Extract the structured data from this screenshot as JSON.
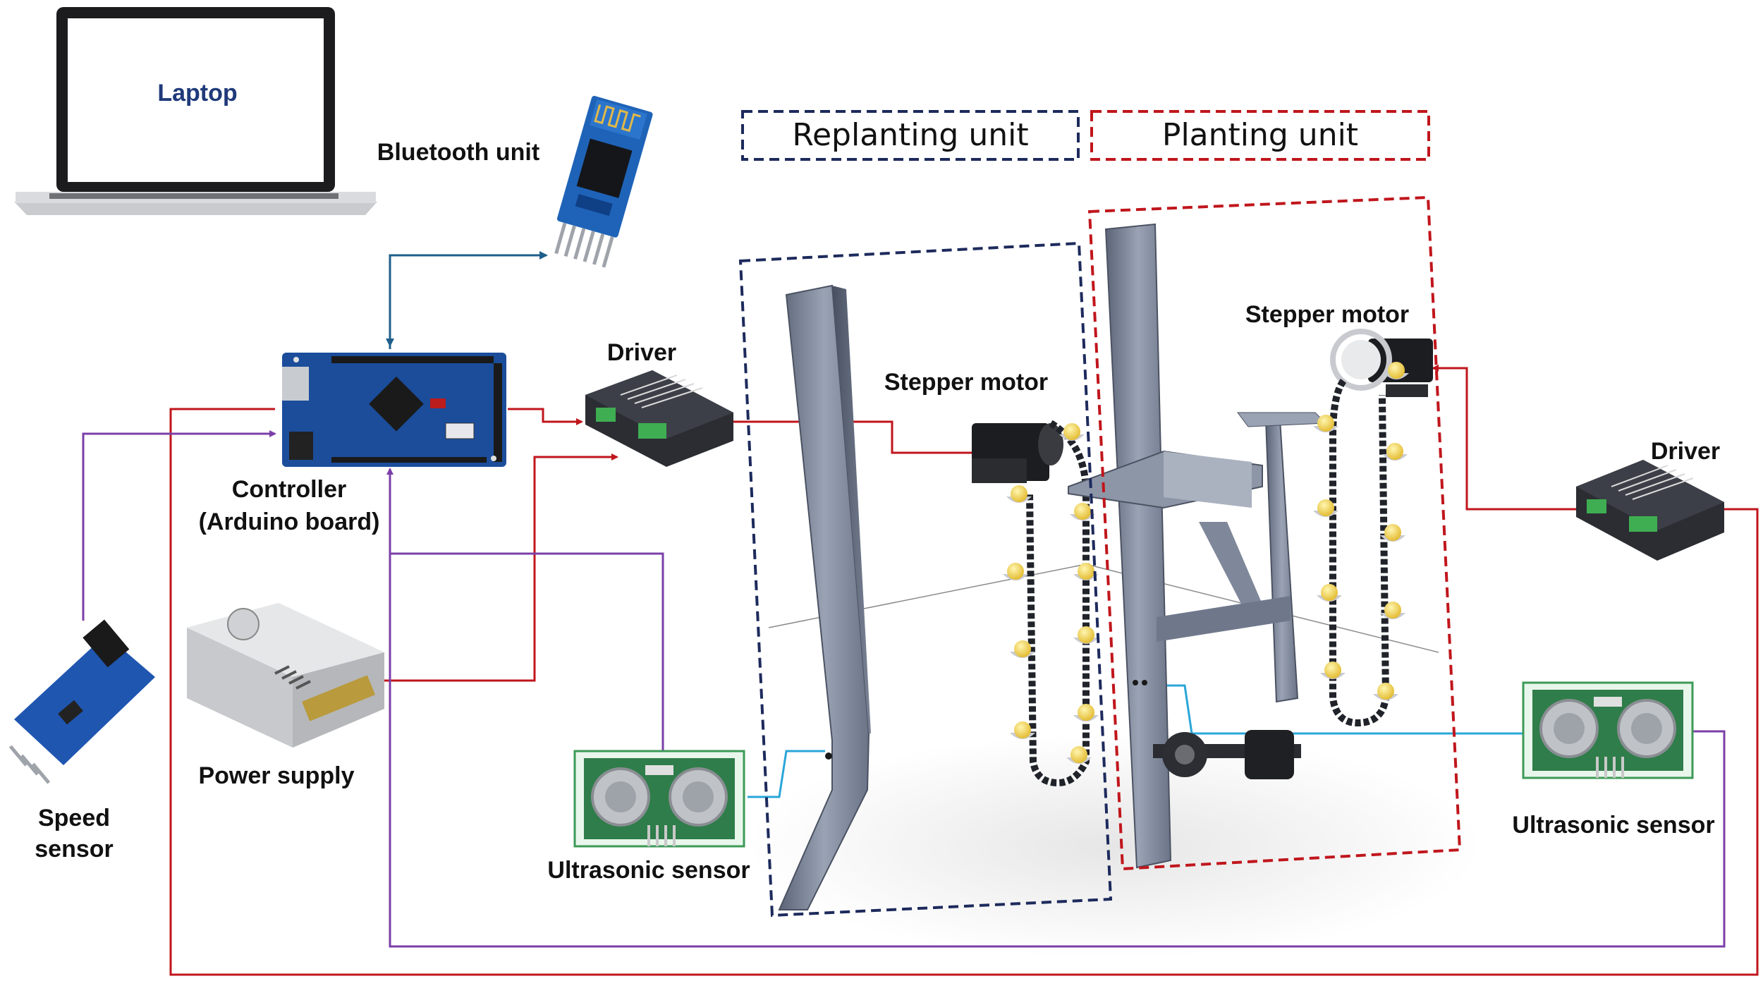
{
  "labels": {
    "laptop": "Laptop",
    "bluetooth": "Bluetooth unit",
    "controller_line1": "Controller",
    "controller_line2": "(Arduino board)",
    "driver_left": "Driver",
    "driver_right": "Driver",
    "stepper_left": "Stepper motor",
    "stepper_right": "Stepper motor",
    "power_supply": "Power supply",
    "speed_line1": "Speed",
    "speed_line2": "sensor",
    "ultrasonic_left": "Ultrasonic sensor",
    "ultrasonic_right": "Ultrasonic sensor",
    "replanting_unit": "Replanting unit",
    "planting_unit": "Planting unit"
  },
  "colors": {
    "power_wire": "#c0161c",
    "signal_wire": "#7b3fa8",
    "bluetooth_wire": "#1f5f8b",
    "sensor_wire": "#2aa6d8",
    "replanting_box": "#1d2a5c",
    "planting_box": "#c0161c",
    "laptop_text": "#1f3a7a",
    "board_blue": "#1b4d9b",
    "frame_steel": "#7a8496",
    "sensor_board": "#2f7d4a"
  },
  "icons": [
    "laptop-icon",
    "bluetooth-module-icon",
    "arduino-board-icon",
    "stepper-driver-icon",
    "power-supply-icon",
    "speed-sensor-icon",
    "ultrasonic-sensor-icon",
    "stepper-motor-icon",
    "planter-frame-icon"
  ]
}
